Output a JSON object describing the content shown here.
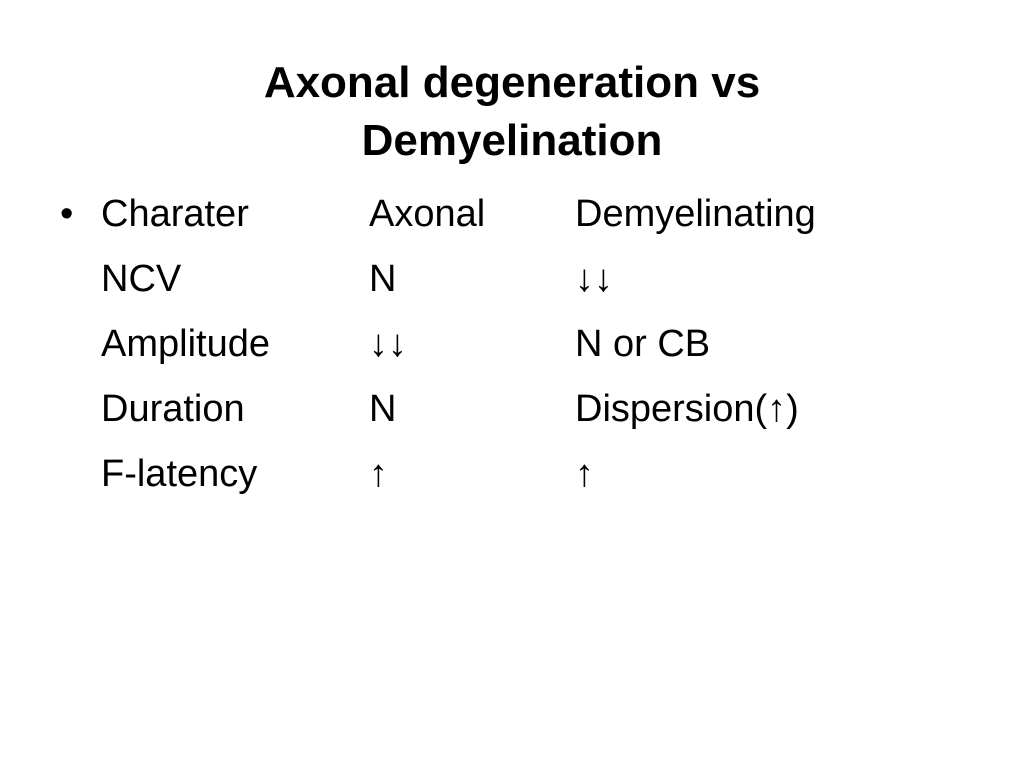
{
  "title": {
    "line1": "Axonal degeneration vs",
    "line2": "Demyelination"
  },
  "table": {
    "bullet": "•",
    "rows": [
      [
        "Charater",
        "Axonal",
        "Demyelinating"
      ],
      [
        "NCV",
        "N",
        "↓↓"
      ],
      [
        "Amplitude",
        "↓↓",
        "N or CB"
      ],
      [
        "Duration",
        "N",
        "Dispersion(↑)"
      ],
      [
        "F-latency",
        "↑",
        "↑"
      ]
    ]
  }
}
